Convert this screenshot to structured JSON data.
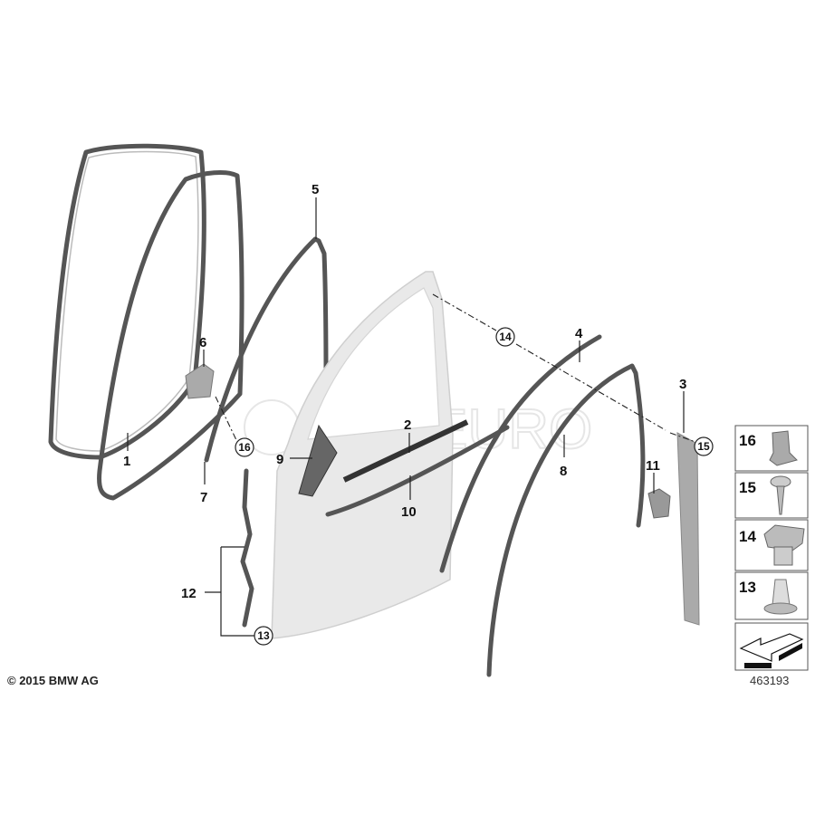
{
  "diagram": {
    "callouts": {
      "p1": "1",
      "p2": "2",
      "p3": "3",
      "p4": "4",
      "p5": "5",
      "p6": "6",
      "p7": "7",
      "p8": "8",
      "p9": "9",
      "p10": "10",
      "p11": "11",
      "p12": "12",
      "c13": "13",
      "c14": "14",
      "c15": "15",
      "c16": "16"
    },
    "legend": [
      {
        "number": "16",
        "part": "clip-nut-icon"
      },
      {
        "number": "15",
        "part": "screw-icon"
      },
      {
        "number": "14",
        "part": "expanding-nut-icon"
      },
      {
        "number": "13",
        "part": "plastic-nut-icon"
      }
    ],
    "direction_arrow": "arrow-icon",
    "watermark": "FCP EURO",
    "copyright": "© 2015 BMW AG",
    "diagram_number": "463193",
    "colors": {
      "part_stroke": "#555555",
      "door_fill": "#e9e9e9",
      "watermark": "#e6e6e6"
    }
  }
}
